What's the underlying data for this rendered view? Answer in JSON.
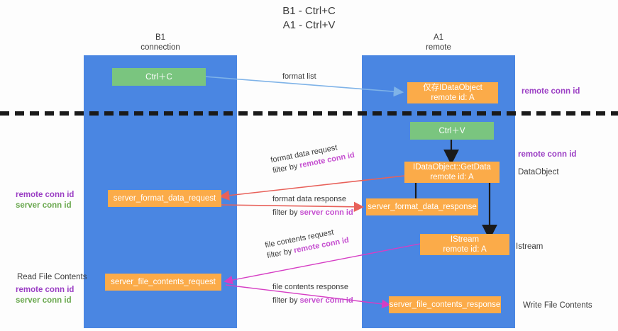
{
  "title": {
    "line1": "B1 - Ctrl+C",
    "line2": "A1 - Ctrl+V"
  },
  "columns": [
    {
      "name": "B1",
      "sub": "connection"
    },
    {
      "name": "A1",
      "sub": "remote"
    }
  ],
  "colors": {
    "lane": "#4a86e2",
    "green_node": "#7ac57f",
    "orange_node": "#fbab49",
    "purple_text": "#9b3fc4",
    "magenta_text": "#c54fd0",
    "green_text": "#6aa84f",
    "blue_arrow": "#7fb3e8",
    "red_arrow": "#e8615a",
    "magenta_arrow": "#d63ec4",
    "black_arrow": "#1a1a1a"
  },
  "nodes": {
    "ctrl_c": "Ctrl＋C",
    "idataobject_created": {
      "line1": "仅存IDataObject",
      "line2": "remote id: A"
    },
    "ctrl_v": "Ctrl＋V",
    "idataobject_getdata": {
      "line1": "IDataObject::GetData",
      "line2": "remote id: A"
    },
    "server_format_data_request": "server_format_data_request",
    "server_format_data_response": "server_format_data_response",
    "istream": {
      "line1": "IStream",
      "line2": "remote id: A"
    },
    "server_file_contents_request": "server_file_contents_request",
    "server_file_contents_response": "server_file_contents_response"
  },
  "edge_labels": {
    "format_list": "format list",
    "format_data_request": "format data request",
    "format_data_request_filter_prefix": "filter by ",
    "format_data_request_filter_key": "remote conn id",
    "format_data_response": "format data response",
    "format_data_response_filter_prefix": "filter by ",
    "format_data_response_filter_key": "server conn id",
    "file_contents_request": "file contents request",
    "file_contents_request_filter_prefix": "filter by ",
    "file_contents_request_filter_key": "remote conn id",
    "file_contents_response": "file contents response",
    "file_contents_response_filter_prefix": "filter by ",
    "file_contents_response_filter_key": "server conn id"
  },
  "side_labels": {
    "right_remote_conn_id_top": "remote conn id",
    "right_remote_conn_id_mid": "remote conn id",
    "right_dataobject": "DataObject",
    "right_istream": "Istream",
    "right_write_file_contents": "Write File Contents",
    "left_remote_conn_id_mid": "remote conn id",
    "left_server_conn_id_mid": "server conn id",
    "left_read_file_contents": "Read File Contents",
    "left_remote_conn_id_bottom": "remote conn id",
    "left_server_conn_id_bottom": "server conn id"
  }
}
